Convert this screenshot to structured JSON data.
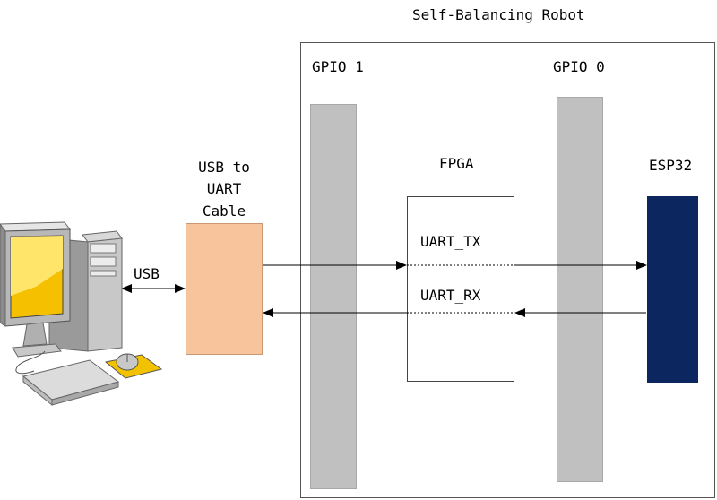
{
  "diagram": {
    "title": "Self-Balancing Robot",
    "gpio1_label": "GPIO 1",
    "gpio0_label": "GPIO 0",
    "fpga_label": "FPGA",
    "esp32_label": "ESP32",
    "cable_label_line1": "USB to",
    "cable_label_line2": "UART",
    "cable_label_line3": "Cable",
    "usb_label": "USB",
    "uart_tx_label": "UART_TX",
    "uart_rx_label": "UART_RX",
    "computer_icon": "desktop-computer-icon"
  },
  "colors": {
    "gpio_bar": "#c0c0c0",
    "cable_box": "#f8c49c",
    "esp32_box": "#0c2660",
    "line": "#000000",
    "robot_frame": "#555555"
  }
}
